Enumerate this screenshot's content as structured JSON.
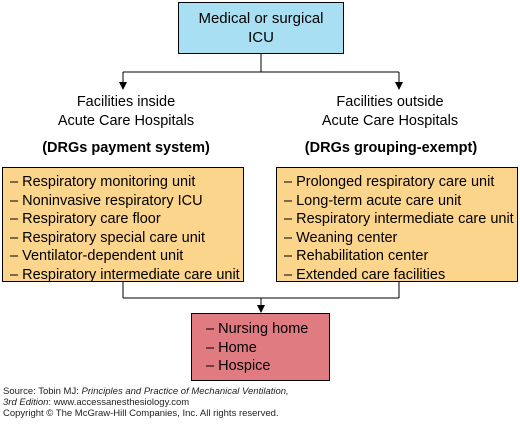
{
  "top_box": {
    "line1": "Medical or surgical",
    "line2": "ICU"
  },
  "left": {
    "title_line1": "Facilities inside",
    "title_line2": "Acute Care Hospitals",
    "subtitle": "(DRGs payment system)",
    "items": [
      "– Respiratory monitoring unit",
      "– Noninvasive respiratory ICU",
      "– Respiratory care floor",
      "– Respiratory special care unit",
      "– Ventilator-dependent unit",
      "– Respiratory intermediate care unit"
    ]
  },
  "right": {
    "title_line1": "Facilities outside",
    "title_line2": "Acute Care Hospitals",
    "subtitle": "(DRGs grouping-exempt)",
    "items": [
      "– Prolonged respiratory care unit",
      "– Long-term acute care unit",
      "– Respiratory intermediate care unit",
      "– Weaning center",
      "– Rehabilitation center",
      "– Extended care facilities"
    ]
  },
  "bottom_box": {
    "items": [
      "– Nursing home",
      "– Home",
      "– Hospice"
    ]
  },
  "footer": {
    "source_prefix": "Source: Tobin MJ: ",
    "source_title_1": "Principles and Practice of Mechanical Ventilation,",
    "source_title_2": "3rd Edition",
    "source_site": ": www.accessanesthesiology.com",
    "copyright": "Copyright © The McGraw-Hill Companies, Inc. All rights reserved."
  },
  "colors": {
    "top_box": "#a9dff2",
    "mid_boxes": "#fcd58c",
    "bottom_box": "#e07b82"
  }
}
